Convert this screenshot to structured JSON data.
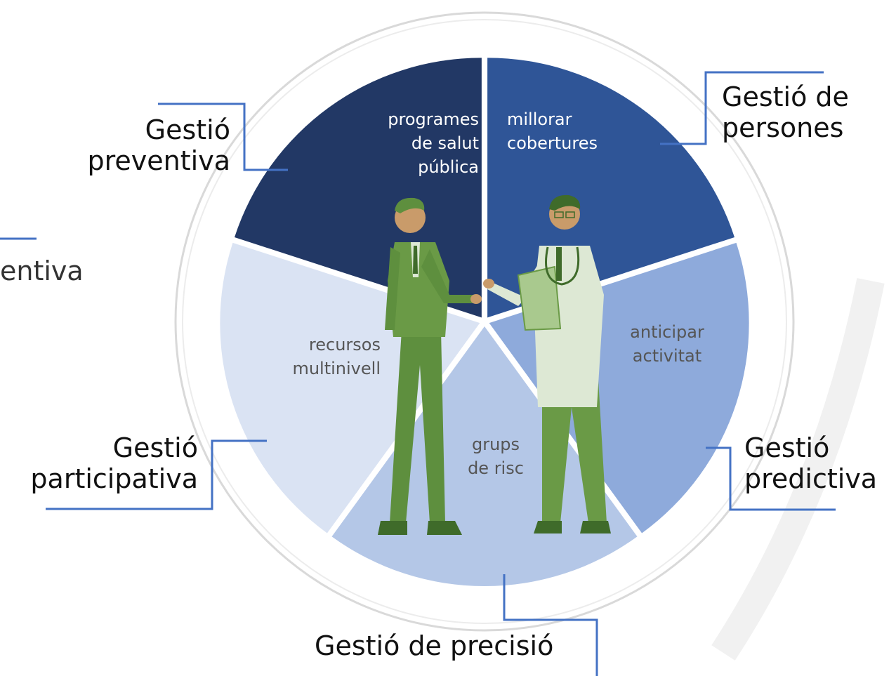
{
  "segments": [
    {
      "id": "preventiva",
      "color": "#223865",
      "text": [
        "programes",
        "de salut",
        "pública"
      ]
    },
    {
      "id": "persones",
      "color": "#2f5597",
      "text": [
        "millorar",
        "cobertures"
      ]
    },
    {
      "id": "predictiva",
      "color": "#8eaadb",
      "text": [
        "anticipar",
        "activitat"
      ]
    },
    {
      "id": "precisio",
      "color": "#b4c7e7",
      "text": [
        "grups",
        "de risc"
      ]
    },
    {
      "id": "participativa",
      "color": "#dae3f3",
      "text": [
        "recursos",
        "multinivell"
      ]
    }
  ],
  "labels": {
    "preventiva": [
      "Gestió",
      "preventiva"
    ],
    "persones": [
      "Gestió de",
      "persones"
    ],
    "predictiva": [
      "Gestió",
      "predictiva"
    ],
    "precisio": [
      "Gestió de precisió"
    ],
    "participativa": [
      "Gestió",
      "participativa"
    ],
    "cutoff": "entiva"
  },
  "colors": {
    "connector": "#4472c4",
    "ring": "#d9d9d9",
    "figure_suit": "#5e8f3e",
    "figure_coat": "#dde8d4"
  },
  "illustration": "two men shaking hands: businessman in green suit and doctor in white coat with stethoscope"
}
